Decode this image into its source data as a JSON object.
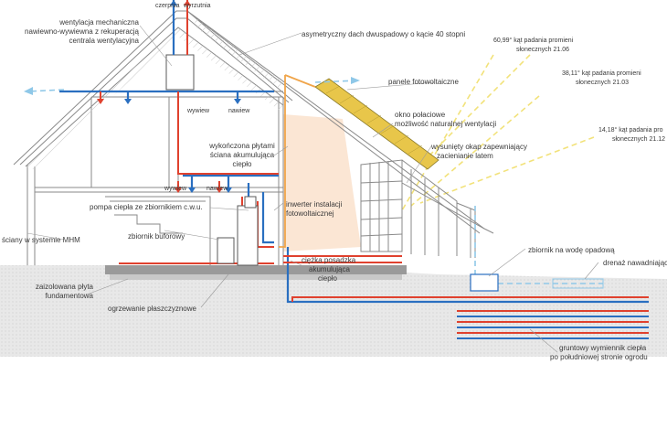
{
  "labels": {
    "czerpnia": "czerpnia",
    "wyrzutnia": "wyrzutnia",
    "vent_line1": "wentylacja mechaniczna",
    "vent_line2": "nawiewno-wywiewna z rekuperacją",
    "vent_line3": "centrala wentylacyjna",
    "roof": "asymetryczny dach dwuspadowy o kącie 40 stopni",
    "angle1_line1": "60,99° kąt padania promieni",
    "angle1_line2": "słonecznych 21.06",
    "angle2_line1": "38,11° kąt padania promieni",
    "angle2_line2": "słonecznych 21.03",
    "angle3_line1": "14,18° kąt padania pro",
    "angle3_line2": "słonecznych 21.12",
    "pv_panels": "panele fotowoltaiczne",
    "skylight_line1": "okno połaciowe",
    "skylight_line2": "możliwość naturalnej wentylacji",
    "wywiew_upper": "wywiew",
    "nawiew_upper": "nawiew",
    "wall_line1": "wykończona płytami",
    "wall_line2": "ściana akumulująca",
    "wall_line3": "ciepło",
    "overhang_line1": "wysunięty okap zapewniający",
    "overhang_line2": "zacienianie latem",
    "wywiew_lower": "wywiew",
    "nawiew_lower": "nawiew",
    "heat_pump": "pompa ciepła ze zbiornikiem c.w.u.",
    "inverter_line1": "inwerter instalacji",
    "inverter_line2": "fotowoltaicznej",
    "mhm_walls": "ściany w systemie MHM",
    "buffer_tank": "zbiornik buforowy",
    "rain_tank": "zbiornik na wodę opadową",
    "drainage": "drenaż nawadniający",
    "floor_line1": "ciężka posadzka",
    "floor_line2": "akumulująca",
    "floor_line3": "ciepło",
    "slab_line1": "zaizolowana płyta",
    "slab_line2": "fundamentowa",
    "surface_heating": "ogrzewanie płaszczyznowe",
    "ground_hx_line1": "gruntowy wymiennik ciepła",
    "ground_hx_line2": "po południowej stronie ogrodu"
  },
  "colors": {
    "structure": "#8a8a8a",
    "structure_dark": "#5a5a5a",
    "cold_pipe": "#2a6fc0",
    "hot_pipe": "#e0412e",
    "orange_pipe": "#f0a54a",
    "sun_ray": "#f2e27a",
    "sunspace": "#fbe3cf",
    "pv_panel": "#e8c64a",
    "ground": "#e6e6e6",
    "light_blue": "#8fc8e8"
  }
}
